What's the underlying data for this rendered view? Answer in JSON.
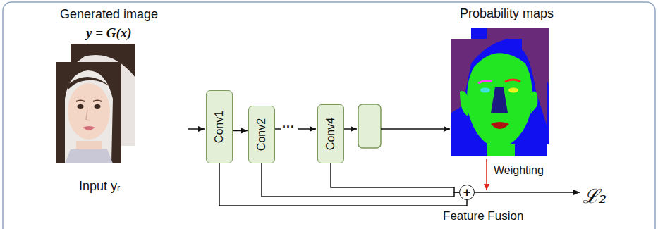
{
  "diagram": {
    "nodes": [
      {
        "text": [
          "Conv1"
        ]
      },
      {
        "text": [
          "Conv2"
        ]
      },
      {
        "text": [
          "Conv4"
        ]
      },
      {
        "text": [
          "+"
        ]
      }
    ],
    "edges": [
      {
        "from": 0,
        "to": 1,
        "arrow": "to"
      },
      {
        "from": 0,
        "to": 3,
        "arrow": "none"
      },
      {
        "from": 1,
        "to": 3,
        "arrow": "none"
      },
      {
        "from": 2,
        "to": 3,
        "arrow": "none"
      }
    ],
    "labels": [
      "Generated image",
      "y = G(x)",
      "Input yᵣ",
      "···",
      "Probability maps",
      "Weighting",
      "Feature Fusion",
      "ℒ₂"
    ]
  }
}
